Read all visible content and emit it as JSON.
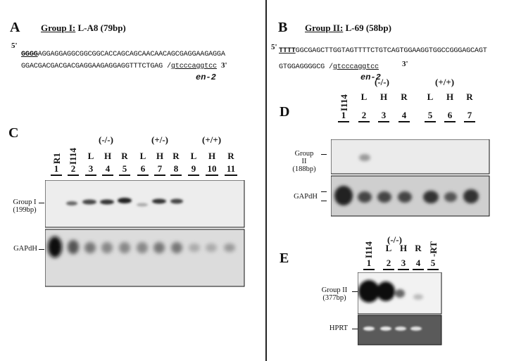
{
  "panels": {
    "a": {
      "label": "A",
      "group_text": "Group I:",
      "group_name": " L-A8 (79bp)",
      "prime5": "5'",
      "prime3": "3'",
      "seq_bold": "GGGG",
      "seq_line1": "AGGAGGAGGCGGCGGCACCAGCAGCAACAACAGCGAGGAAGAGGA",
      "seq_line2": "GGACGACGACGACGAGGAAGAGGAGGTTTCTGAG /",
      "seq_tail": "gtcccaggtcc",
      "gene": "en-2"
    },
    "b": {
      "label": "B",
      "group_text": "Group II:",
      "group_name": " L-69 (58bp)",
      "prime5": "5'",
      "prime3": "3'",
      "seq_bold": "TTTT",
      "seq_line1": "GGCGAGCTTGGTAGTTTTCTGTCAGTGGAAGGTGGCCGGGAGCAGT",
      "seq_line2": "GTGGAGGGGCG /",
      "seq_tail": "gtcccaggtcc",
      "gene": "en-2"
    },
    "c": {
      "label": "C",
      "lanes_top": [
        "R1",
        "I114",
        "L",
        "H",
        "R",
        "L",
        "H",
        "R",
        "L",
        "H",
        "R"
      ],
      "lane_numbers": [
        "1",
        "2",
        "3",
        "4",
        "5",
        "6",
        "7",
        "8",
        "9",
        "10",
        "11"
      ],
      "genotypes": [
        "(-/-)",
        "(+/-)",
        "(+/+)"
      ],
      "row1_label": "Group I",
      "row1_size": "(199bp)",
      "row2_label": "GAPdH"
    },
    "d": {
      "label": "D",
      "lanes_top": [
        "I114",
        "L",
        "H",
        "R",
        "L",
        "H",
        "R"
      ],
      "lane_numbers": [
        "1",
        "2",
        "3",
        "4",
        "5",
        "6",
        "7"
      ],
      "genotypes": [
        "(-/-)",
        "(+/+)"
      ],
      "row1_label_a": "Group",
      "row1_label_b": "II",
      "row1_size": "(188bp)",
      "row2_label": "GAPdH"
    },
    "e": {
      "label": "E",
      "lanes_top": [
        "I114",
        "L",
        "H",
        "R",
        "-RT"
      ],
      "lane_numbers": [
        "1",
        "2",
        "3",
        "4",
        "5"
      ],
      "genotypes": [
        "(-/-)"
      ],
      "row1_label": "Group II",
      "row1_size": "(377bp)",
      "row2_label": "HPRT"
    }
  }
}
